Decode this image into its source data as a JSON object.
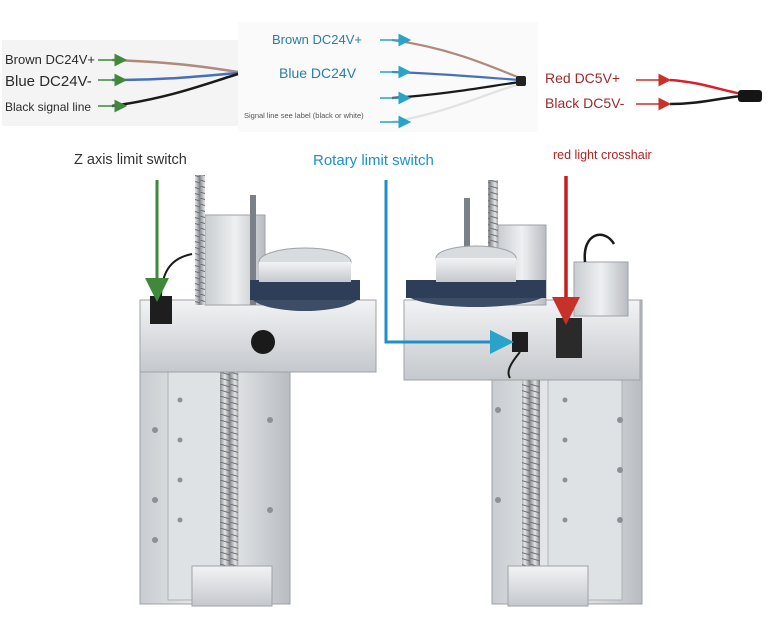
{
  "wiring": {
    "z_switch_wires": {
      "labels": [
        "Brown DC24V+",
        "Blue DC24V-",
        "Black signal line"
      ]
    },
    "rotary_switch_wires": {
      "labels": [
        "Brown DC24V+",
        "Blue DC24V",
        "Signal line see label (black or white)"
      ]
    },
    "crosshair_wires": {
      "labels": [
        "Red DC5V+",
        "Black DC5V-"
      ]
    }
  },
  "callouts": {
    "z_axis": "Z axis limit switch",
    "rotary": "Rotary limit switch",
    "crosshair": "red light crosshair"
  },
  "colors": {
    "brown_wire": "#b08a7a",
    "blue_wire": "#4a6fb8",
    "black_wire": "#1a1a1a",
    "red_wire": "#d8202a",
    "green_arrow": "#3e8a3a",
    "teal_arrow": "#2aa3c8",
    "rotary_callout": "#1e8fc9",
    "crosshair_callout": "#c81e1e"
  }
}
